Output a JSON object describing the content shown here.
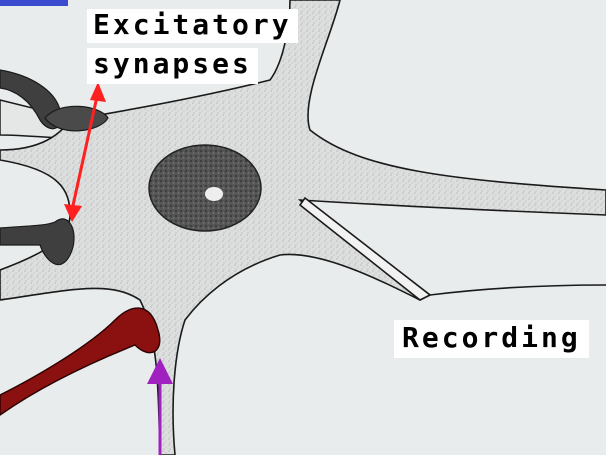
{
  "labels": {
    "excitatory_line1": "Excitatory",
    "excitatory_line2": "synapses",
    "recording": "Recording"
  },
  "colors": {
    "background": "#e9ecec",
    "cell_body": "#dde0df",
    "nucleus": "#4b4b4b",
    "excitatory_terminal": "#3f3f3f",
    "inhibitory_terminal": "#8b1010",
    "excitatory_arrow": "#ff2020",
    "inhibitory_arrow": "#a020c0",
    "outline": "#1a1a1a",
    "top_bar": "#3b4bd0"
  },
  "icons": {
    "excitatory_arrow": "red-double-arrow-icon",
    "inhibitory_arrow": "purple-up-arrow-icon"
  }
}
